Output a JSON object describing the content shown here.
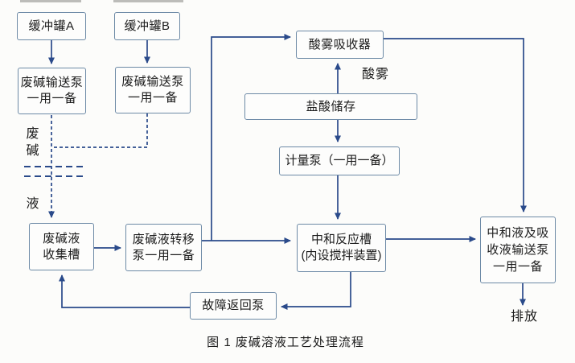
{
  "diagram": {
    "caption": "图 1 废碱溶液工艺处理流程",
    "colors": {
      "line": "#2a4a8a",
      "box_border": "#6d8aa6",
      "text": "#1c1c1c",
      "background": "#fcfcfa"
    },
    "nodes": {
      "buffer_tank_a": {
        "label": "缓冲罐A"
      },
      "buffer_tank_b": {
        "label": "缓冲罐B"
      },
      "waste_alkali_pump_a": {
        "label": "废碱输送泵\n一用一备"
      },
      "waste_alkali_pump_b": {
        "label": "废碱输送泵\n一用一备"
      },
      "acid_mist_absorber": {
        "label": "酸雾吸收器"
      },
      "hcl_storage": {
        "label": "盐酸储存"
      },
      "metering_pump": {
        "label": "计量泵（一用一备）"
      },
      "collection_tank": {
        "label": "废碱液\n收集槽"
      },
      "transfer_pump": {
        "label": "废碱液转移\n泵一用一备"
      },
      "neutralization_tank": {
        "label": "中和反应槽\n(内设搅拌装置)"
      },
      "output_pump": {
        "label": "中和液及吸\n收液输送泵\n一用一备"
      },
      "fault_return_pump": {
        "label": "故障返回泵"
      }
    },
    "flow_labels": {
      "waste_alkali": "废\n碱",
      "liquid": "液",
      "acid_mist": "酸雾",
      "discharge": "排放"
    }
  }
}
